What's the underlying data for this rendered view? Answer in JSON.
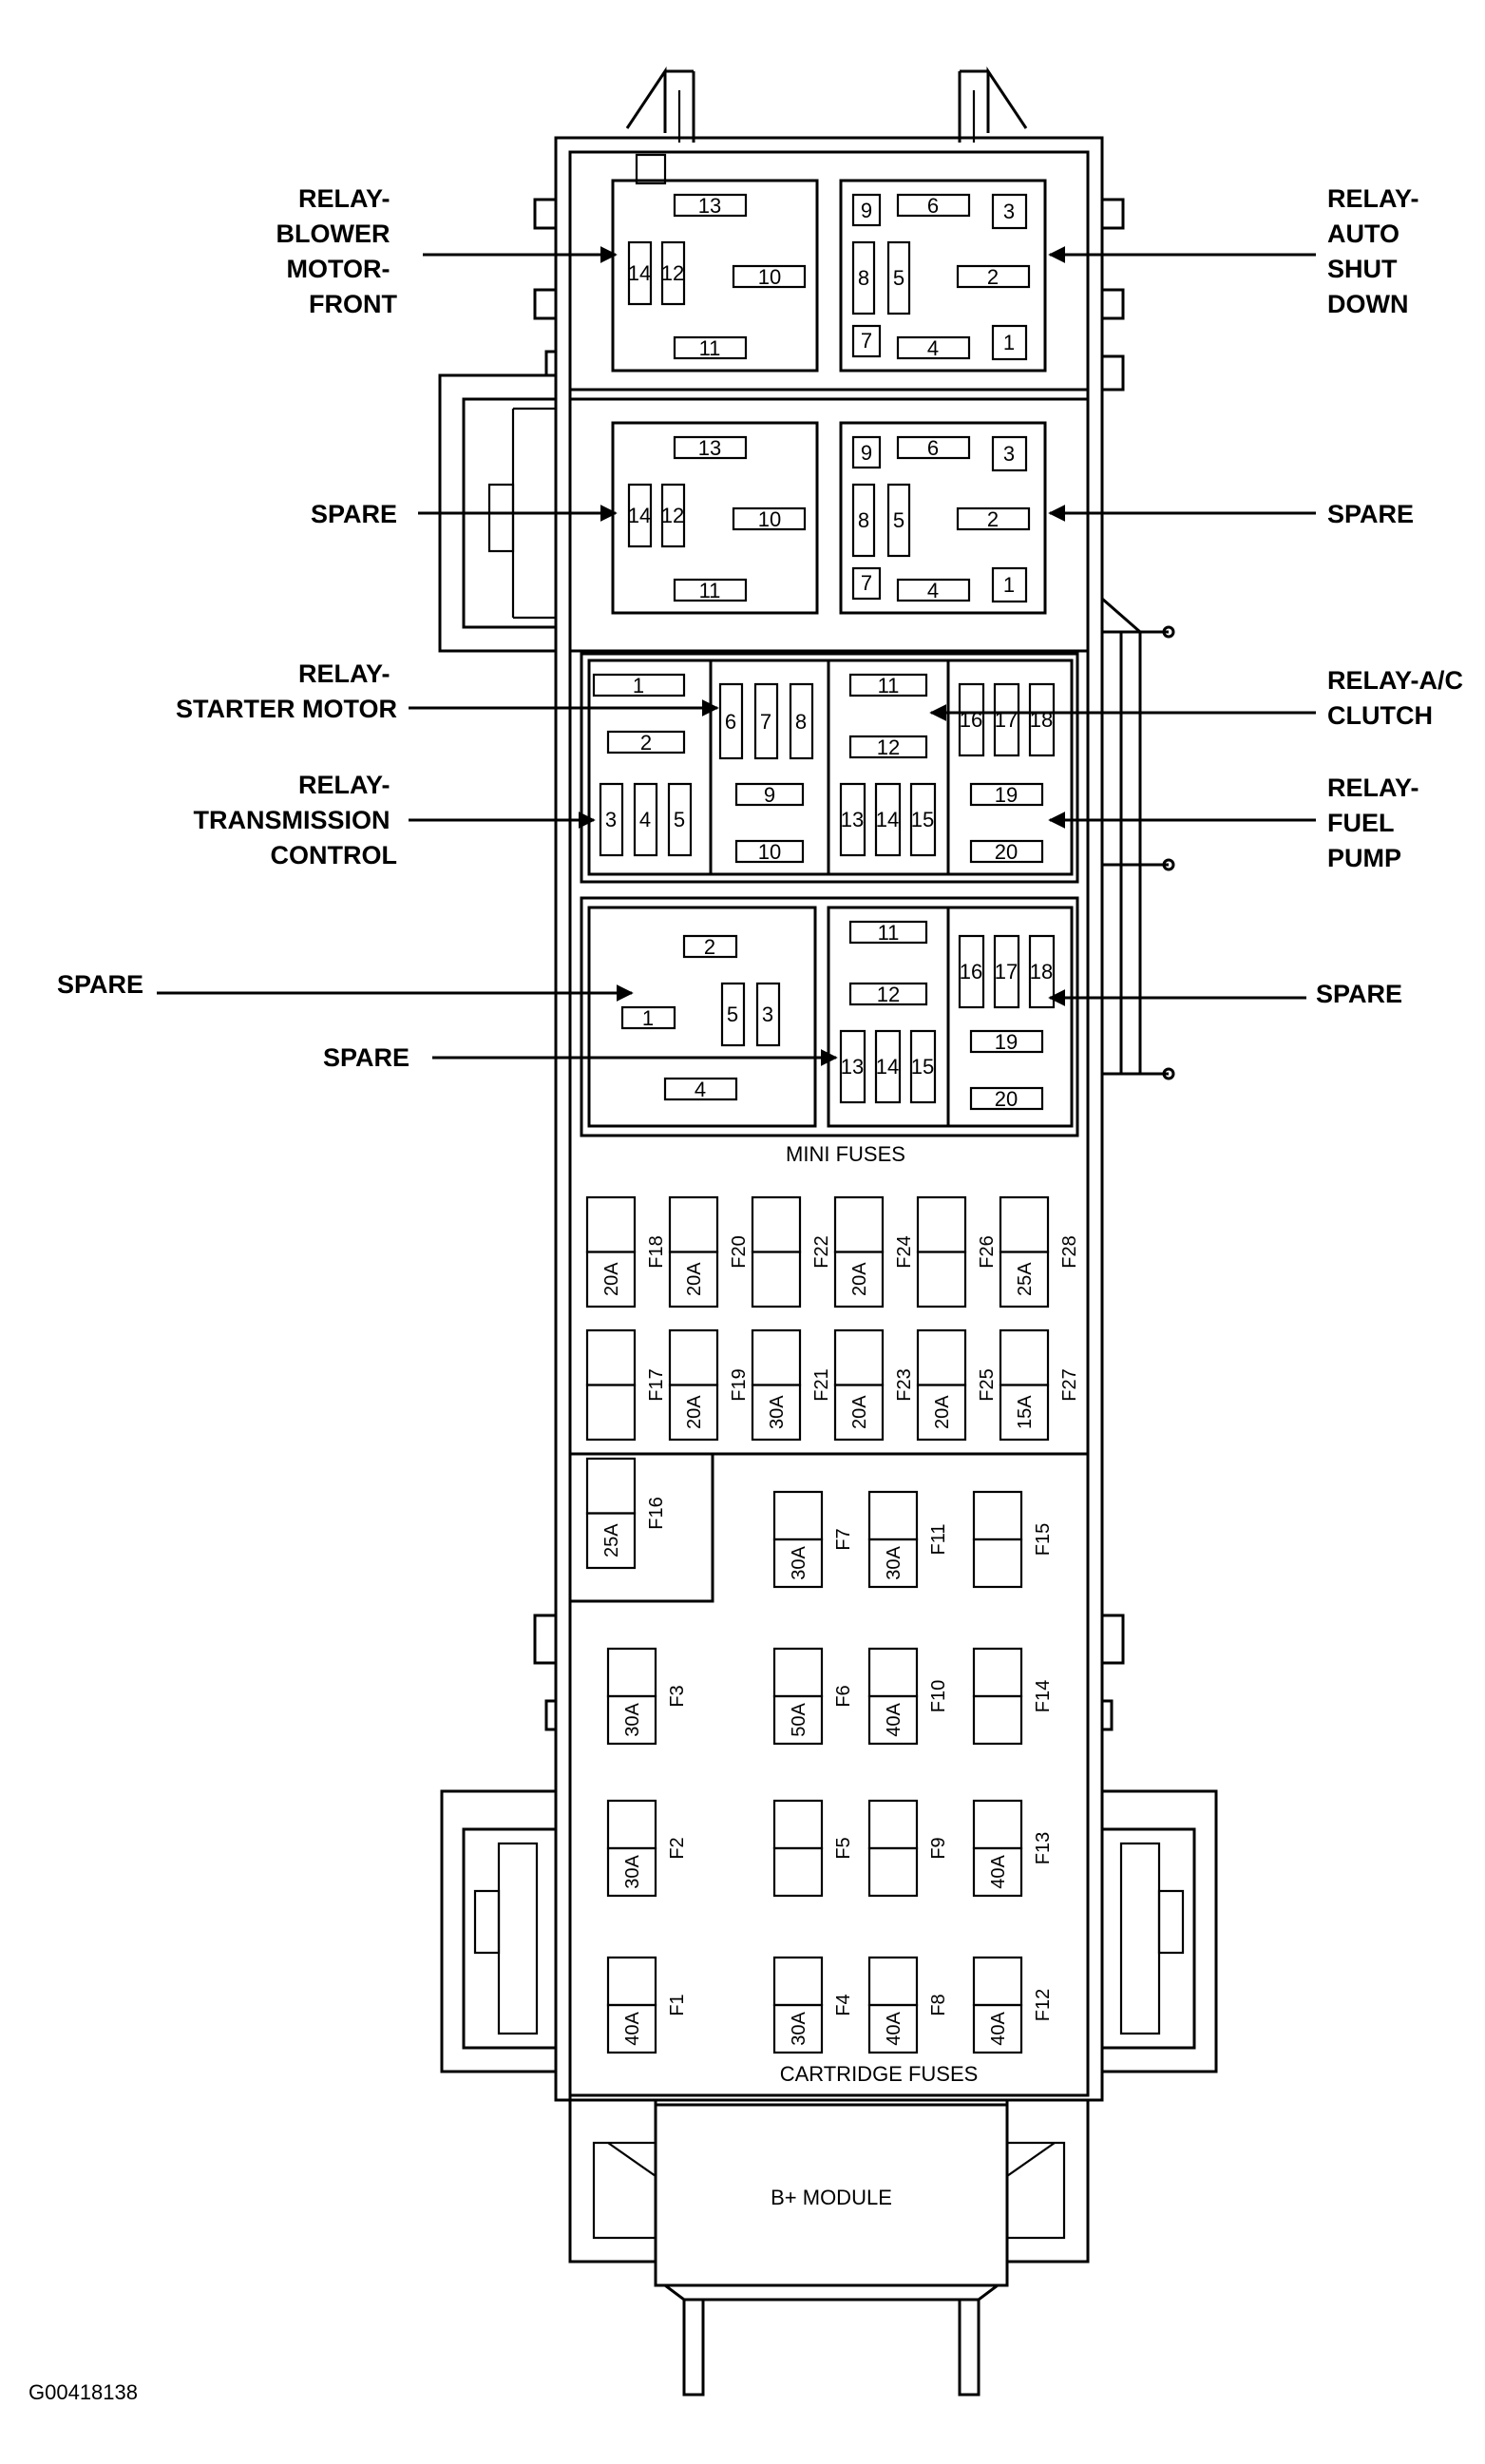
{
  "callouts": {
    "blower_motor_front": [
      "RELAY-",
      "BLOWER",
      "MOTOR-",
      "FRONT"
    ],
    "auto_shut_down": [
      "RELAY-",
      "AUTO",
      "SHUT",
      "DOWN"
    ],
    "spare_row2_left": "SPARE",
    "spare_row2_right": "SPARE",
    "starter_motor": [
      "RELAY-",
      "STARTER MOTOR"
    ],
    "ac_clutch": [
      "RELAY-A/C",
      "CLUTCH"
    ],
    "transmission_control": [
      "RELAY-",
      "TRANSMISSION",
      "CONTROL"
    ],
    "fuel_pump": [
      "RELAY-",
      "FUEL",
      "PUMP"
    ],
    "spare_row4_left": "SPARE",
    "spare_row4_mid": "SPARE",
    "spare_row4_right": "SPARE"
  },
  "terminals": {
    "t1": "1",
    "t2": "2",
    "t3": "3",
    "t4": "4",
    "t5": "5",
    "t6": "6",
    "t7": "7",
    "t8": "8",
    "t9": "9",
    "t10": "10",
    "t11": "11",
    "t12": "12",
    "t13": "13",
    "t14": "14",
    "t15": "15",
    "t16": "16",
    "t17": "17",
    "t18": "18",
    "t19": "19",
    "t20": "20"
  },
  "section_labels": {
    "mini_fuses": "MINI FUSES",
    "cartridge_fuses": "CARTRIDGE FUSES",
    "b_plus_module": "B+ MODULE"
  },
  "mini_fuses_top": [
    {
      "id": "F18",
      "rating": "20A"
    },
    {
      "id": "F20",
      "rating": "20A"
    },
    {
      "id": "F22",
      "rating": ""
    },
    {
      "id": "F24",
      "rating": "20A"
    },
    {
      "id": "F26",
      "rating": ""
    },
    {
      "id": "F28",
      "rating": "25A"
    }
  ],
  "mini_fuses_bottom": [
    {
      "id": "F17",
      "rating": ""
    },
    {
      "id": "F19",
      "rating": "20A"
    },
    {
      "id": "F21",
      "rating": "30A"
    },
    {
      "id": "F23",
      "rating": "20A"
    },
    {
      "id": "F25",
      "rating": "20A"
    },
    {
      "id": "F27",
      "rating": "15A"
    }
  ],
  "fuse_f16": {
    "id": "F16",
    "rating": "25A"
  },
  "cartridge_fuses": [
    {
      "id": "F7",
      "rating": "30A"
    },
    {
      "id": "F11",
      "rating": "30A"
    },
    {
      "id": "F15",
      "rating": ""
    },
    {
      "id": "F3",
      "rating": "30A"
    },
    {
      "id": "F6",
      "rating": "50A"
    },
    {
      "id": "F10",
      "rating": "40A"
    },
    {
      "id": "F14",
      "rating": ""
    },
    {
      "id": "F2",
      "rating": "30A"
    },
    {
      "id": "F5",
      "rating": ""
    },
    {
      "id": "F9",
      "rating": ""
    },
    {
      "id": "F13",
      "rating": "40A"
    },
    {
      "id": "F1",
      "rating": "40A"
    },
    {
      "id": "F4",
      "rating": "30A"
    },
    {
      "id": "F8",
      "rating": "40A"
    },
    {
      "id": "F12",
      "rating": "40A"
    }
  ],
  "figure_id": "G00418138"
}
